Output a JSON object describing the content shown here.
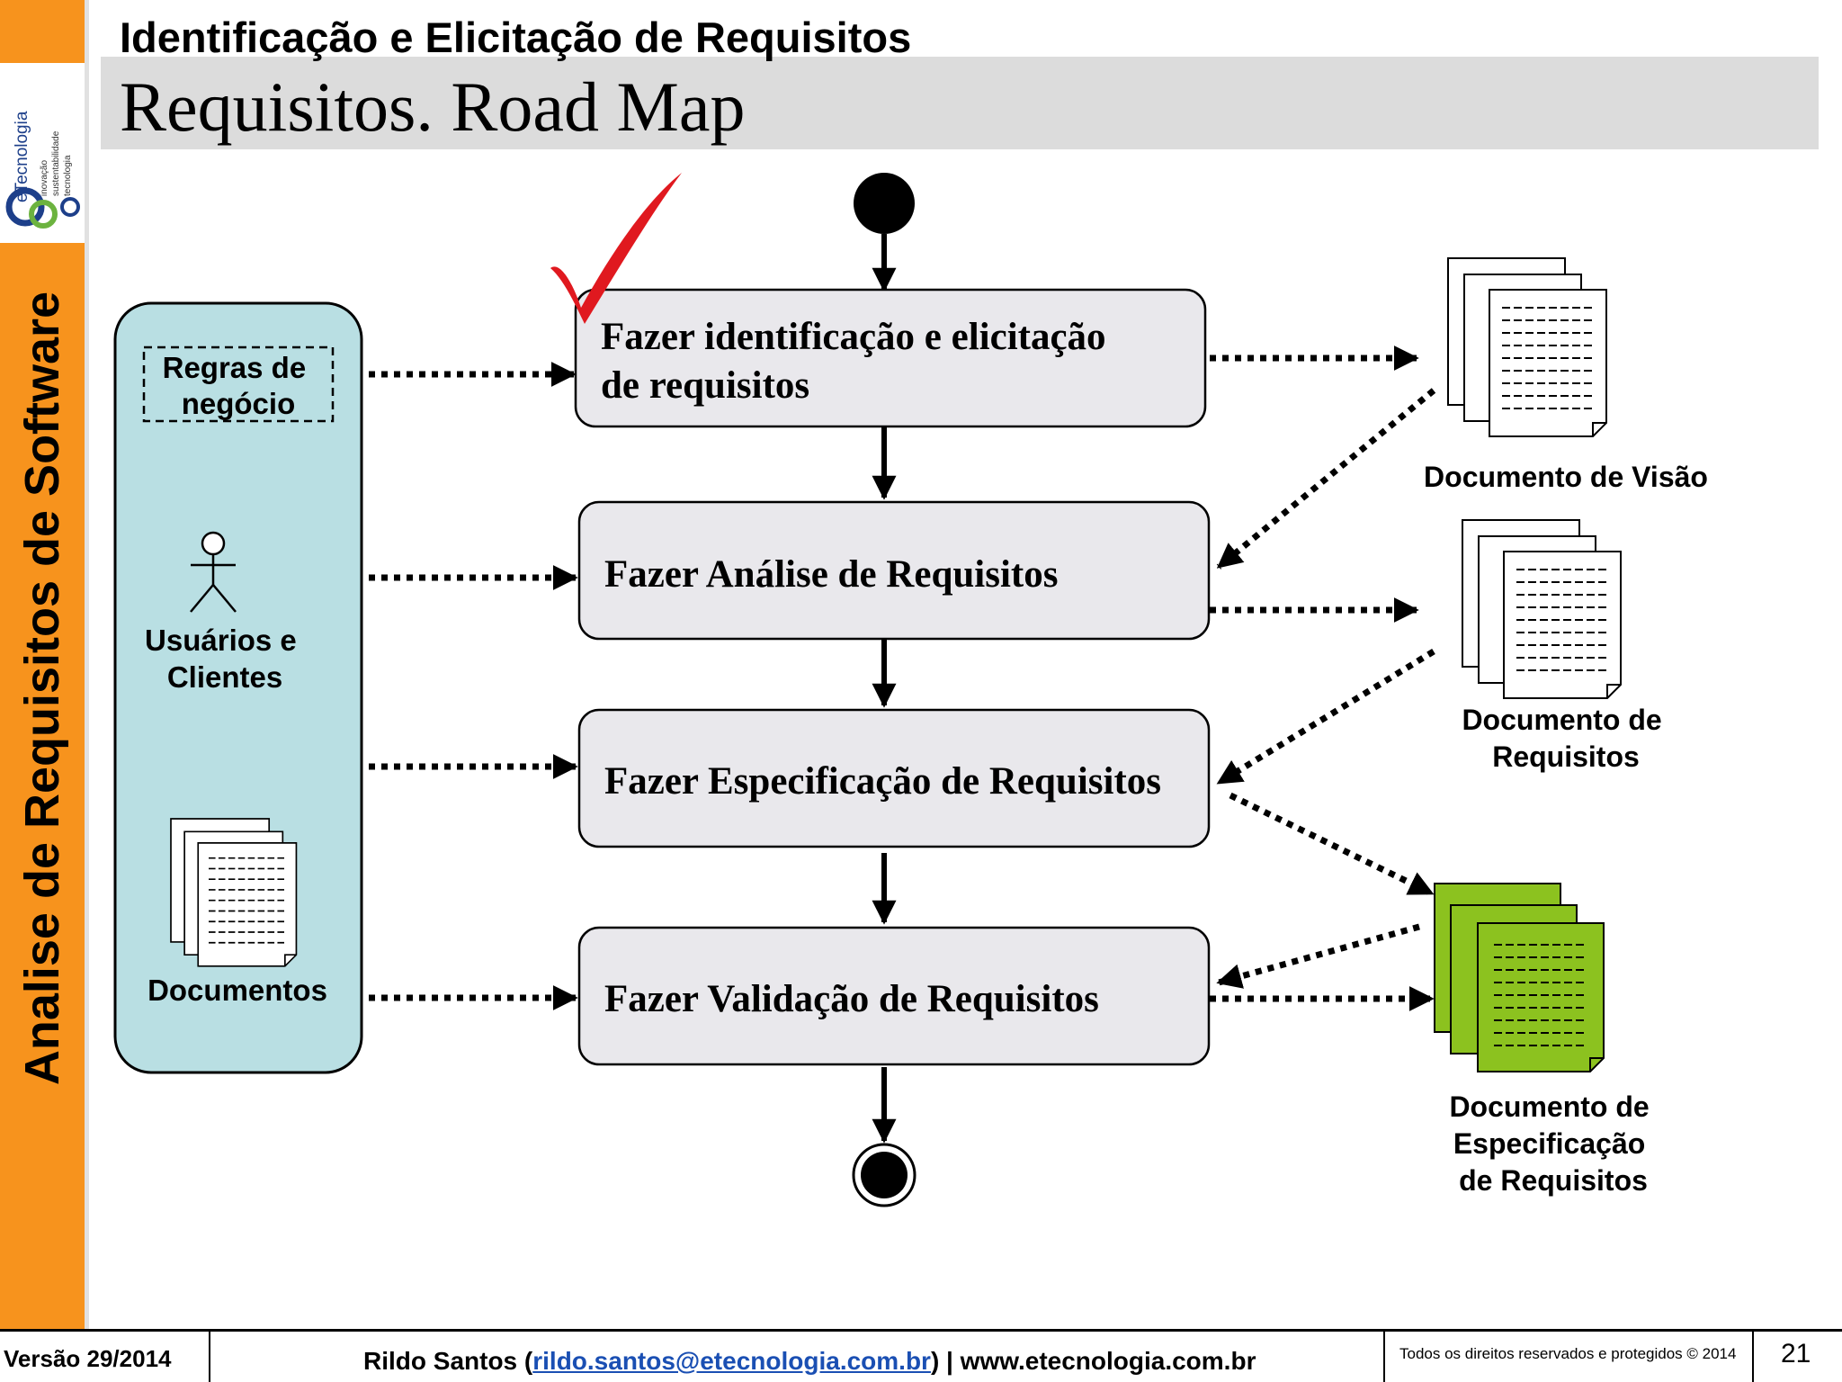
{
  "sidebar": {
    "title": "Analise de Requisitos de Software",
    "logo": {
      "brand": "eTecnologia",
      "taglines": [
        "inovação",
        "sustentabilidade",
        "tecnologia"
      ]
    }
  },
  "header": {
    "subtitle": "Identificação e Elicitação de Requisitos",
    "title": "Requisitos. Road Map"
  },
  "diagram": {
    "inputs": {
      "business_rules": [
        "Regras de",
        "negócio"
      ],
      "users": [
        "Usuários e",
        "Clientes"
      ],
      "documents": "Documentos"
    },
    "activities": [
      [
        "Fazer identificação e elicitação",
        "de requisitos"
      ],
      [
        "Fazer Análise de Requisitos"
      ],
      [
        "Fazer Especificação de Requisitos"
      ],
      [
        "Fazer Validação de Requisitos"
      ]
    ],
    "artifacts": {
      "vision": [
        "Documento de Visão"
      ],
      "requirements": [
        "Documento de",
        "Requisitos"
      ],
      "specification": [
        "Documento de",
        "Especificação",
        "de Requisitos"
      ]
    }
  },
  "colors": {
    "sidebar": "#f7931d",
    "swimlane": "#b9dfe3",
    "activity": "#e9e8ec",
    "spec_document": "#8cc21f",
    "checkmark": "#e0191f",
    "email": "#1a4fb3"
  },
  "footer": {
    "version": "Versão 29/2014",
    "author_prefix": "Rildo Santos (",
    "email": "rildo.santos@etecnologia.com.br",
    "author_suffix": ") | www.etecnologia.com.br",
    "rights": "Todos os direitos reservados e protegidos © 2014",
    "page": "21"
  }
}
